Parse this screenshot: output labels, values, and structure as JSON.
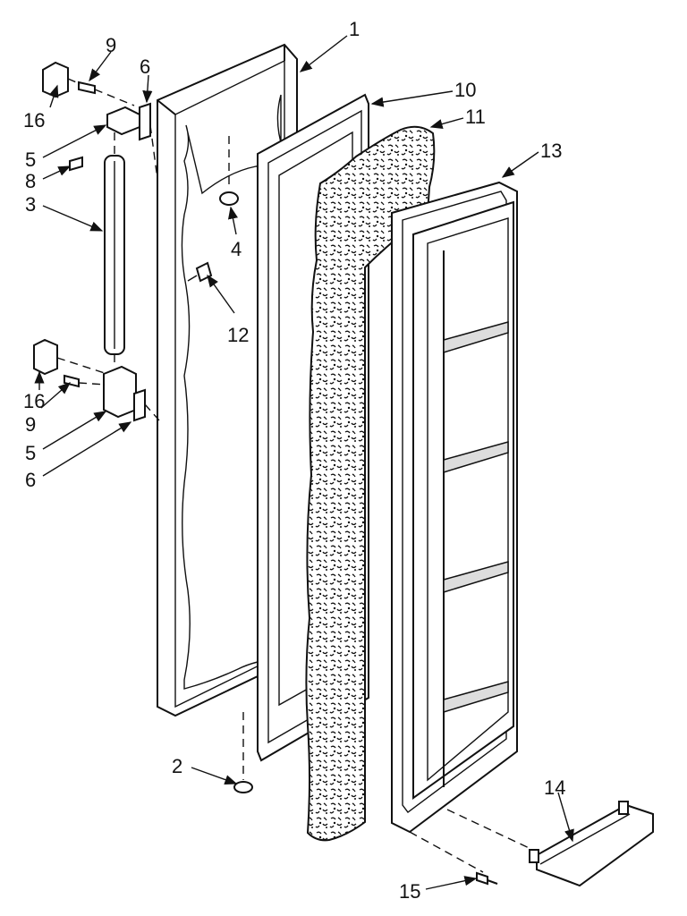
{
  "diagram": {
    "callouts": {
      "c1": "1",
      "c2": "2",
      "c3": "3",
      "c4": "4",
      "c5a": "5",
      "c5b": "5",
      "c6a": "6",
      "c6b": "6",
      "c8": "8",
      "c9a": "9",
      "c9b": "9",
      "c10": "10",
      "c11": "11",
      "c12": "12",
      "c13": "13",
      "c14": "14",
      "c15": "15",
      "c16a": "16",
      "c16b": "16"
    }
  }
}
